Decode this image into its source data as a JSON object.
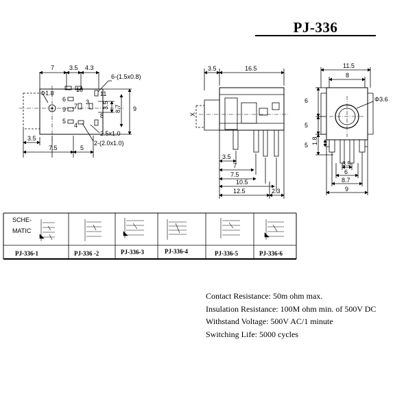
{
  "title": "PJ-336",
  "left_view": {
    "dims_top": [
      "7",
      "3.5",
      "4.3"
    ],
    "label_6_15": "6-(1.5x0.8)",
    "phi": "Φ1.8",
    "dim_35": "3.5",
    "dim_87": "8.7",
    "dim_9": "9",
    "dim_25": "2.5x1.0",
    "dim_2_20": "2-(2.0x1.0)",
    "dims_bottom": [
      "3.5",
      "7.5",
      "5"
    ],
    "pins": [
      "10",
      "11",
      "6",
      "9",
      "7",
      "3",
      "8",
      "5",
      "4"
    ]
  },
  "middle_view": {
    "dim_35_top": "3.5",
    "dim_165": "16.5",
    "x_label": "X",
    "dims_bottom": [
      "3.5",
      "7",
      "7.5",
      "10.5",
      "12.5",
      "2.3"
    ]
  },
  "right_view": {
    "dim_115": "11.5",
    "dim_8": "8",
    "phi": "Φ3.6",
    "dim_6": "6",
    "dim_5a": "5",
    "dim_5b": "5",
    "dim_18": "1.8",
    "dims_bottom": [
      "3.5",
      "6",
      "8.7",
      "9"
    ]
  },
  "table": {
    "schematic_label_1": "SCHE-",
    "schematic_label_2": "MATIC",
    "models": [
      "PJ-336-1",
      "PJ-336 -2",
      "PJ-336-3",
      "PJ-336-4",
      "PJ-336-5",
      "PJ-336-6"
    ]
  },
  "specs": {
    "contact": "Contact Resistance:    50m ohm max.",
    "insulation": "Insulation Resistance: 100M ohm min. of 500V DC",
    "withstand": "Withstand Voltage: 500V AC/1 minute",
    "switching": "Switching Life: 5000 cycles"
  }
}
